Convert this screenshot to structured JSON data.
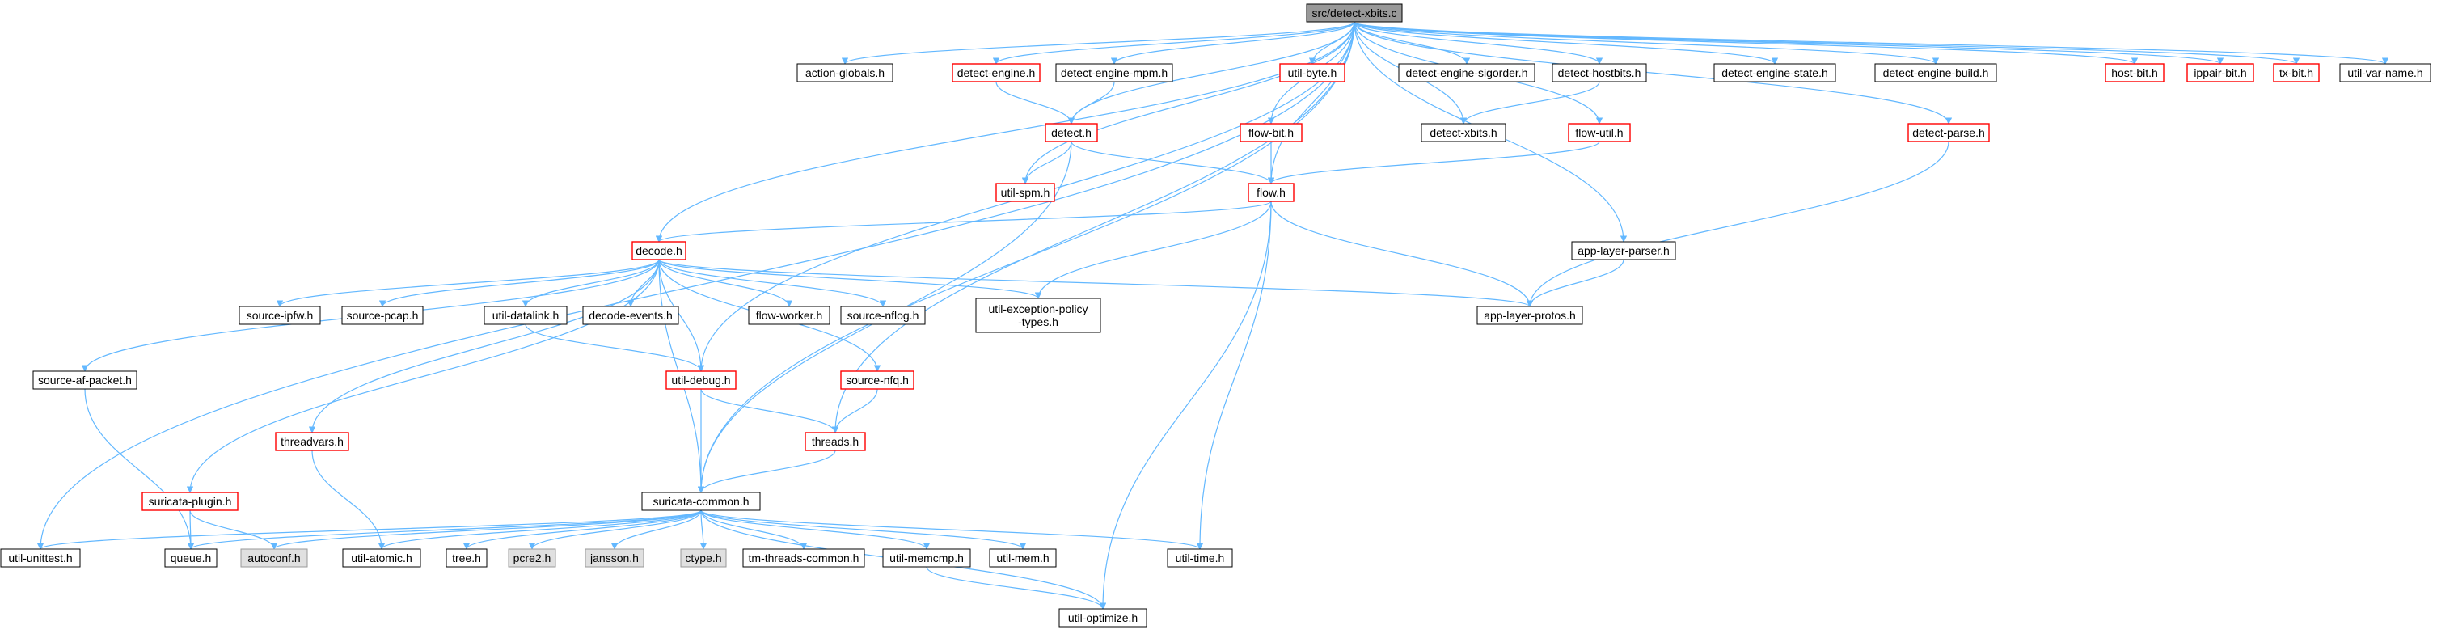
{
  "colors": {
    "edge": "#63b8ff",
    "node_border": "#000000",
    "node_fill": "#ffffff",
    "truncated_border": "#ff0000",
    "root_fill": "#999999",
    "system_fill": "#e0e0e0",
    "system_border": "#999999"
  },
  "nodes": [
    {
      "id": "root",
      "label": "src/detect-xbits.c",
      "kind": "root"
    },
    {
      "id": "action-globals",
      "label": "action-globals.h",
      "kind": "normal"
    },
    {
      "id": "detect-engine",
      "label": "detect-engine.h",
      "kind": "truncated"
    },
    {
      "id": "detect-engine-mpm",
      "label": "detect-engine-mpm.h",
      "kind": "normal"
    },
    {
      "id": "util-byte",
      "label": "util-byte.h",
      "kind": "truncated"
    },
    {
      "id": "detect-engine-sigorder",
      "label": "detect-engine-sigorder.h",
      "kind": "normal"
    },
    {
      "id": "detect-hostbits",
      "label": "detect-hostbits.h",
      "kind": "normal"
    },
    {
      "id": "detect-engine-state",
      "label": "detect-engine-state.h",
      "kind": "normal"
    },
    {
      "id": "detect-engine-build",
      "label": "detect-engine-build.h",
      "kind": "normal"
    },
    {
      "id": "host-bit",
      "label": "host-bit.h",
      "kind": "truncated"
    },
    {
      "id": "ippair-bit",
      "label": "ippair-bit.h",
      "kind": "truncated"
    },
    {
      "id": "tx-bit",
      "label": "tx-bit.h",
      "kind": "truncated"
    },
    {
      "id": "util-var-name",
      "label": "util-var-name.h",
      "kind": "normal"
    },
    {
      "id": "detect",
      "label": "detect.h",
      "kind": "truncated"
    },
    {
      "id": "flow-bit",
      "label": "flow-bit.h",
      "kind": "truncated"
    },
    {
      "id": "detect-xbits",
      "label": "detect-xbits.h",
      "kind": "normal"
    },
    {
      "id": "flow-util",
      "label": "flow-util.h",
      "kind": "truncated"
    },
    {
      "id": "detect-parse",
      "label": "detect-parse.h",
      "kind": "truncated"
    },
    {
      "id": "util-spm",
      "label": "util-spm.h",
      "kind": "truncated"
    },
    {
      "id": "flow",
      "label": "flow.h",
      "kind": "truncated"
    },
    {
      "id": "decode",
      "label": "decode.h",
      "kind": "truncated"
    },
    {
      "id": "app-layer-parser",
      "label": "app-layer-parser.h",
      "kind": "normal"
    },
    {
      "id": "source-ipfw",
      "label": "source-ipfw.h",
      "kind": "normal"
    },
    {
      "id": "source-pcap",
      "label": "source-pcap.h",
      "kind": "normal"
    },
    {
      "id": "util-datalink",
      "label": "util-datalink.h",
      "kind": "normal"
    },
    {
      "id": "decode-events",
      "label": "decode-events.h",
      "kind": "normal"
    },
    {
      "id": "flow-worker",
      "label": "flow-worker.h",
      "kind": "normal"
    },
    {
      "id": "source-nflog",
      "label": "source-nflog.h",
      "kind": "normal"
    },
    {
      "id": "util-exception-policy-types",
      "label": "util-exception-policy\n-types.h",
      "kind": "normal"
    },
    {
      "id": "app-layer-protos",
      "label": "app-layer-protos.h",
      "kind": "normal"
    },
    {
      "id": "source-af-packet",
      "label": "source-af-packet.h",
      "kind": "normal"
    },
    {
      "id": "util-debug",
      "label": "util-debug.h",
      "kind": "truncated"
    },
    {
      "id": "source-nfq",
      "label": "source-nfq.h",
      "kind": "truncated"
    },
    {
      "id": "threadvars",
      "label": "threadvars.h",
      "kind": "truncated"
    },
    {
      "id": "threads",
      "label": "threads.h",
      "kind": "truncated"
    },
    {
      "id": "suricata-plugin",
      "label": "suricata-plugin.h",
      "kind": "truncated"
    },
    {
      "id": "suricata-common",
      "label": "suricata-common.h",
      "kind": "normal"
    },
    {
      "id": "util-unittest",
      "label": "util-unittest.h",
      "kind": "normal"
    },
    {
      "id": "queue",
      "label": "queue.h",
      "kind": "normal"
    },
    {
      "id": "autoconf",
      "label": "autoconf.h",
      "kind": "system"
    },
    {
      "id": "util-atomic",
      "label": "util-atomic.h",
      "kind": "normal"
    },
    {
      "id": "tree",
      "label": "tree.h",
      "kind": "normal"
    },
    {
      "id": "pcre2",
      "label": "pcre2.h",
      "kind": "system"
    },
    {
      "id": "jansson",
      "label": "jansson.h",
      "kind": "system"
    },
    {
      "id": "ctype",
      "label": "ctype.h",
      "kind": "system"
    },
    {
      "id": "tm-threads-common",
      "label": "tm-threads-common.h",
      "kind": "normal"
    },
    {
      "id": "util-memcmp",
      "label": "util-memcmp.h",
      "kind": "normal"
    },
    {
      "id": "util-mem",
      "label": "util-mem.h",
      "kind": "normal"
    },
    {
      "id": "util-time",
      "label": "util-time.h",
      "kind": "normal"
    },
    {
      "id": "util-optimize",
      "label": "util-optimize.h",
      "kind": "normal"
    }
  ],
  "edges": [
    [
      "root",
      "action-globals"
    ],
    [
      "root",
      "detect-engine"
    ],
    [
      "root",
      "detect-engine-mpm"
    ],
    [
      "root",
      "util-byte"
    ],
    [
      "root",
      "detect-engine-sigorder"
    ],
    [
      "root",
      "detect-hostbits"
    ],
    [
      "root",
      "detect-engine-state"
    ],
    [
      "root",
      "detect-engine-build"
    ],
    [
      "root",
      "host-bit"
    ],
    [
      "root",
      "ippair-bit"
    ],
    [
      "root",
      "tx-bit"
    ],
    [
      "root",
      "util-var-name"
    ],
    [
      "root",
      "detect"
    ],
    [
      "root",
      "flow-bit"
    ],
    [
      "root",
      "detect-xbits"
    ],
    [
      "root",
      "flow-util"
    ],
    [
      "root",
      "detect-parse"
    ],
    [
      "root",
      "util-spm"
    ],
    [
      "root",
      "flow"
    ],
    [
      "root",
      "decode"
    ],
    [
      "root",
      "app-layer-parser"
    ],
    [
      "root",
      "util-unittest"
    ],
    [
      "root",
      "util-debug"
    ],
    [
      "root",
      "threads"
    ],
    [
      "root",
      "suricata-common"
    ],
    [
      "detect-engine",
      "detect"
    ],
    [
      "detect-engine-mpm",
      "detect"
    ],
    [
      "detect-hostbits",
      "detect-xbits"
    ],
    [
      "detect",
      "util-spm"
    ],
    [
      "detect",
      "flow"
    ],
    [
      "detect",
      "suricata-common"
    ],
    [
      "flow-bit",
      "flow"
    ],
    [
      "flow-util",
      "flow"
    ],
    [
      "detect-parse",
      "app-layer-protos"
    ],
    [
      "flow",
      "decode"
    ],
    [
      "flow",
      "util-exception-policy-types"
    ],
    [
      "flow",
      "app-layer-protos"
    ],
    [
      "flow",
      "util-time"
    ],
    [
      "flow",
      "util-optimize"
    ],
    [
      "app-layer-parser",
      "app-layer-protos"
    ],
    [
      "decode",
      "source-ipfw"
    ],
    [
      "decode",
      "source-pcap"
    ],
    [
      "decode",
      "util-datalink"
    ],
    [
      "decode",
      "decode-events"
    ],
    [
      "decode",
      "flow-worker"
    ],
    [
      "decode",
      "source-nflog"
    ],
    [
      "decode",
      "util-exception-policy-types"
    ],
    [
      "decode",
      "app-layer-protos"
    ],
    [
      "decode",
      "source-af-packet"
    ],
    [
      "decode",
      "util-debug"
    ],
    [
      "decode",
      "source-nfq"
    ],
    [
      "decode",
      "threadvars"
    ],
    [
      "decode",
      "suricata-plugin"
    ],
    [
      "decode",
      "suricata-common"
    ],
    [
      "util-datalink",
      "util-debug"
    ],
    [
      "util-debug",
      "threads"
    ],
    [
      "util-debug",
      "suricata-common"
    ],
    [
      "source-nfq",
      "threads"
    ],
    [
      "threads",
      "suricata-common"
    ],
    [
      "source-af-packet",
      "queue"
    ],
    [
      "threadvars",
      "util-atomic"
    ],
    [
      "suricata-plugin",
      "queue"
    ],
    [
      "suricata-plugin",
      "autoconf"
    ],
    [
      "suricata-common",
      "util-unittest"
    ],
    [
      "suricata-common",
      "queue"
    ],
    [
      "suricata-common",
      "autoconf"
    ],
    [
      "suricata-common",
      "util-atomic"
    ],
    [
      "suricata-common",
      "tree"
    ],
    [
      "suricata-common",
      "pcre2"
    ],
    [
      "suricata-common",
      "jansson"
    ],
    [
      "suricata-common",
      "ctype"
    ],
    [
      "suricata-common",
      "tm-threads-common"
    ],
    [
      "suricata-common",
      "util-memcmp"
    ],
    [
      "suricata-common",
      "util-mem"
    ],
    [
      "suricata-common",
      "util-time"
    ],
    [
      "suricata-common",
      "util-optimize"
    ],
    [
      "util-memcmp",
      "util-optimize"
    ]
  ]
}
